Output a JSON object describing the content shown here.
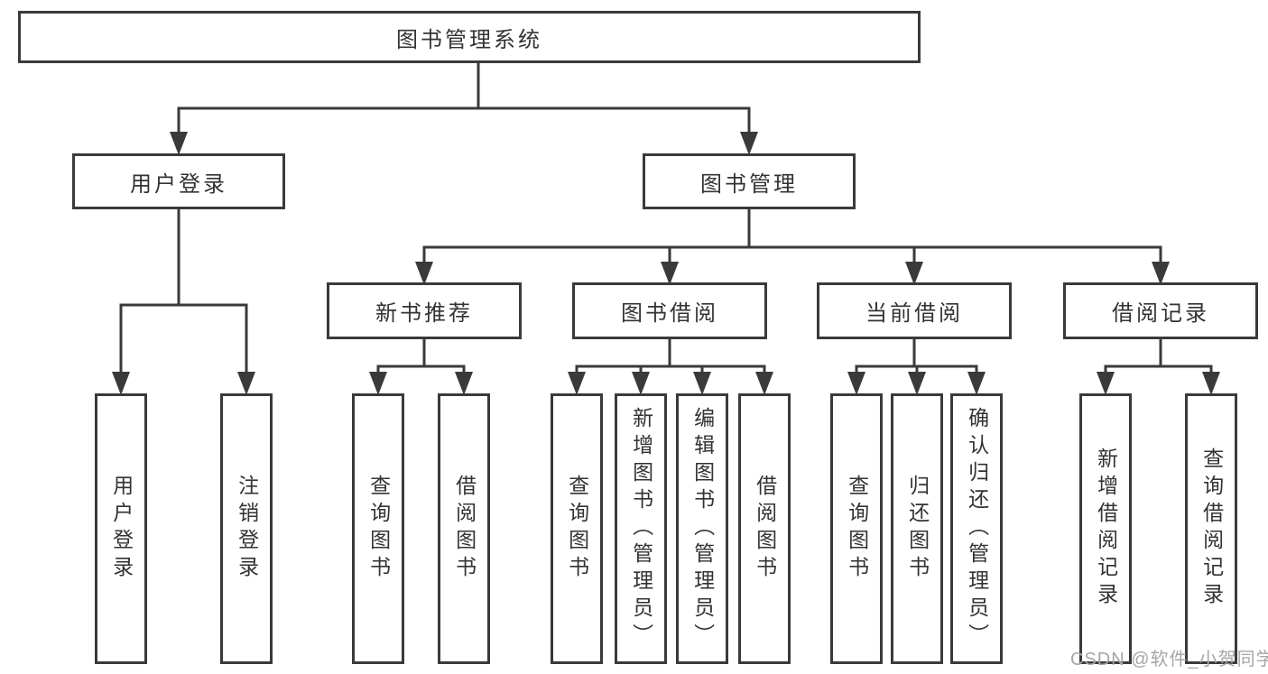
{
  "colors": {
    "line": "#3a3a3a",
    "node_border": "#3a3a3a",
    "node_text": "#333333",
    "background": "#ffffff",
    "watermark_text": "#a6a6a6"
  },
  "diagram": {
    "type": "tree",
    "root": {
      "label": "图书管理系统"
    },
    "branches": [
      {
        "label": "用户登录",
        "children": [
          {
            "label": "用户登录"
          },
          {
            "label": "注销登录"
          }
        ]
      },
      {
        "label": "图书管理",
        "groups": [
          {
            "label": "新书推荐",
            "children": [
              {
                "label": "查询图书"
              },
              {
                "label": "借阅图书"
              }
            ]
          },
          {
            "label": "图书借阅",
            "children": [
              {
                "label": "查询图书"
              },
              {
                "label": "新增图书（管理员）"
              },
              {
                "label": "编辑图书（管理员）"
              },
              {
                "label": "借阅图书"
              }
            ]
          },
          {
            "label": "当前借阅",
            "children": [
              {
                "label": "查询图书"
              },
              {
                "label": "归还图书"
              },
              {
                "label": "确认归还（管理员）"
              }
            ]
          },
          {
            "label": "借阅记录",
            "children": [
              {
                "label": "新增借阅记录"
              },
              {
                "label": "查询借阅记录"
              }
            ]
          }
        ]
      }
    ]
  },
  "watermark": {
    "text": "CSDN @软件_小贺同学"
  }
}
